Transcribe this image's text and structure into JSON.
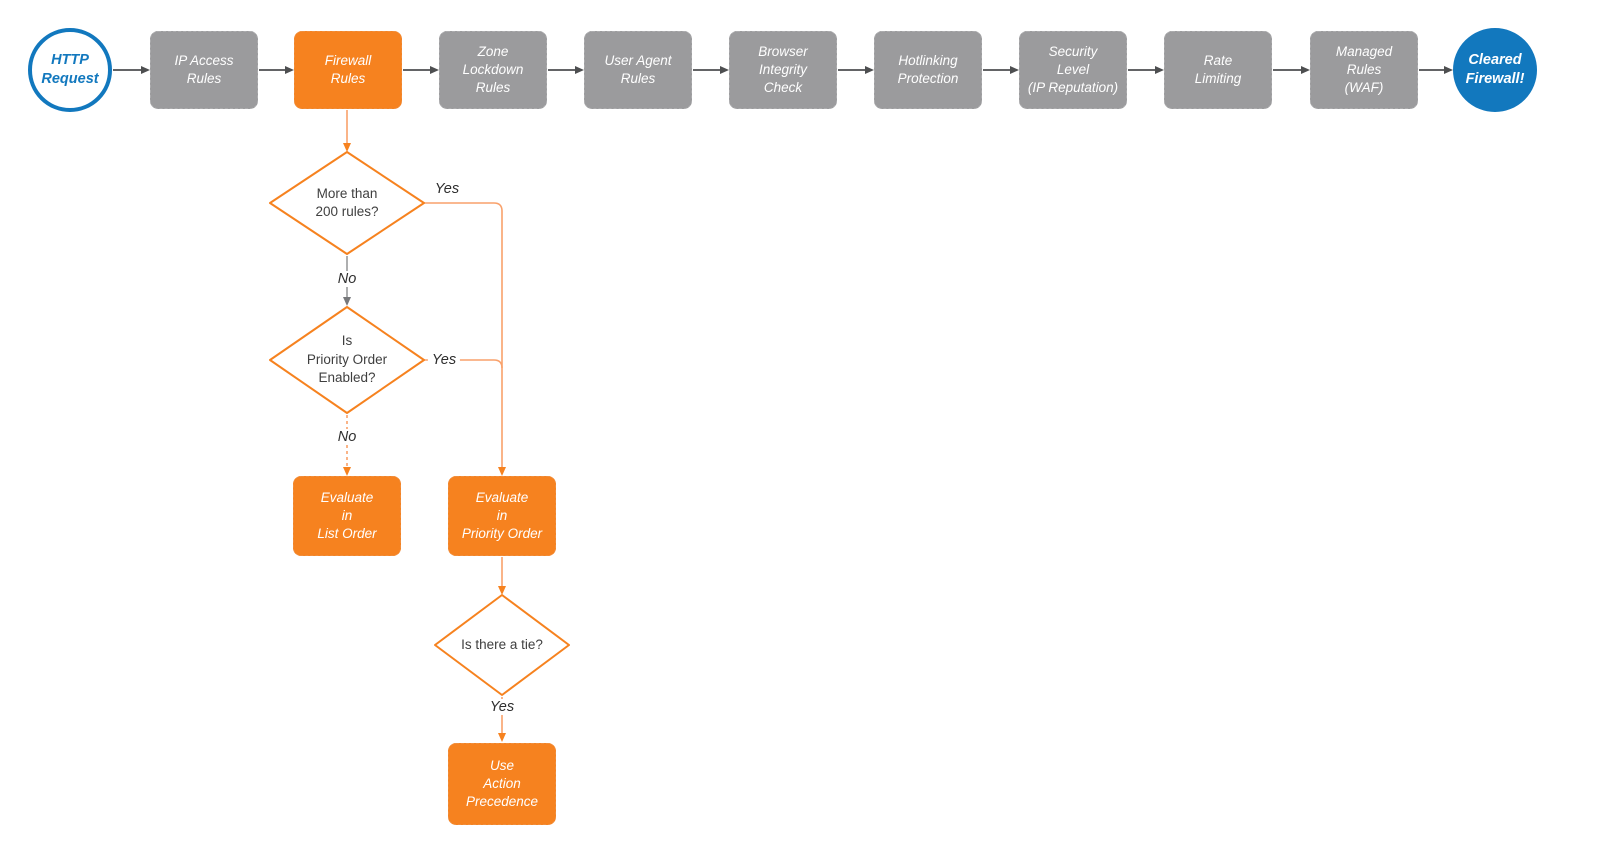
{
  "colors": {
    "orange_fill": "#F6821F",
    "orange_line": "#F9A16B",
    "gray_box_fill": "#9B9B9D",
    "dark_arrow": "#4D4E50",
    "gray_arrow": "#77787B",
    "blue": "#1278BE",
    "diamond_text": "#3F3F3F",
    "white_text": "#FFFFFF"
  },
  "flow": {
    "start": {
      "lines": [
        "HTTP",
        "Request"
      ]
    },
    "steps": [
      {
        "lines": [
          "IP Access",
          "Rules"
        ]
      },
      {
        "lines": [
          "Firewall",
          "Rules"
        ],
        "highlight": true
      },
      {
        "lines": [
          "Zone",
          "Lockdown",
          "Rules"
        ]
      },
      {
        "lines": [
          "User Agent",
          "Rules"
        ]
      },
      {
        "lines": [
          "Browser",
          "Integrity",
          "Check"
        ]
      },
      {
        "lines": [
          "Hotlinking",
          "Protection"
        ]
      },
      {
        "lines": [
          "Security",
          "Level",
          "(IP Reputation)"
        ]
      },
      {
        "lines": [
          "Rate",
          "Limiting"
        ]
      },
      {
        "lines": [
          "Managed",
          "Rules",
          "(WAF)"
        ]
      }
    ],
    "end": {
      "lines": [
        "Cleared",
        "Firewall!"
      ]
    },
    "decisions": [
      {
        "lines": [
          "More than",
          "200 rules?"
        ]
      },
      {
        "lines": [
          "Is",
          "Priority Order",
          "Enabled?"
        ]
      },
      {
        "lines": [
          "Is there a tie?"
        ]
      }
    ],
    "actions": [
      {
        "lines": [
          "Evaluate",
          "in",
          "List Order"
        ]
      },
      {
        "lines": [
          "Evaluate",
          "in",
          "Priority Order"
        ]
      },
      {
        "lines": [
          "Use",
          "Action",
          "Precedence"
        ]
      }
    ],
    "labels": {
      "d1_yes": "Yes",
      "d1_no": "No",
      "d2_yes": "Yes",
      "d2_no": "No",
      "d3_yes": "Yes"
    }
  }
}
